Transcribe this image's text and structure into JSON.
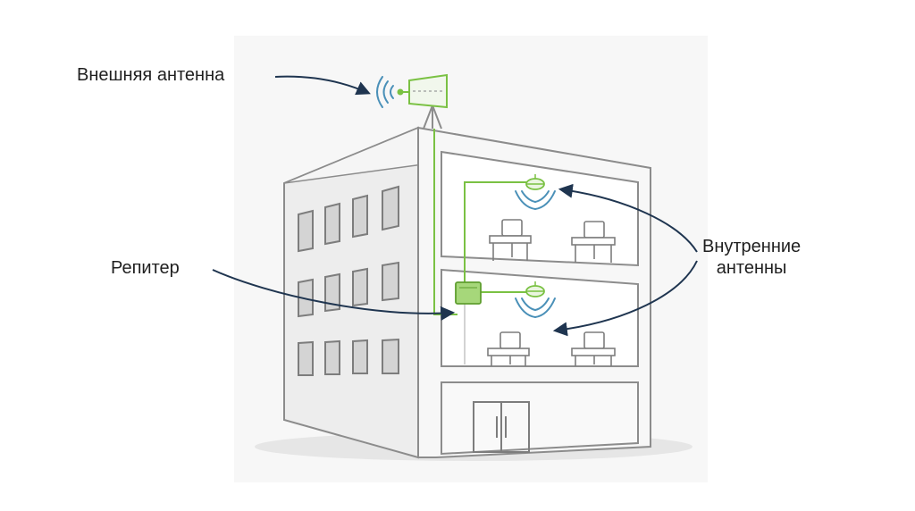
{
  "labels": {
    "external_antenna": "Внешняя антенна",
    "repeater": "Репитер",
    "internal_antennas_line1": "Внутренние",
    "internal_antennas_line2": "антенны"
  },
  "colors": {
    "green": "#7ac143",
    "signal_blue": "#4a90b8",
    "arrow": "#1f3550",
    "wall": "#f2f2f2",
    "wall_side": "#e4e4e4",
    "outline": "#8c8c8c",
    "background_panel": "#f6f6f6"
  }
}
